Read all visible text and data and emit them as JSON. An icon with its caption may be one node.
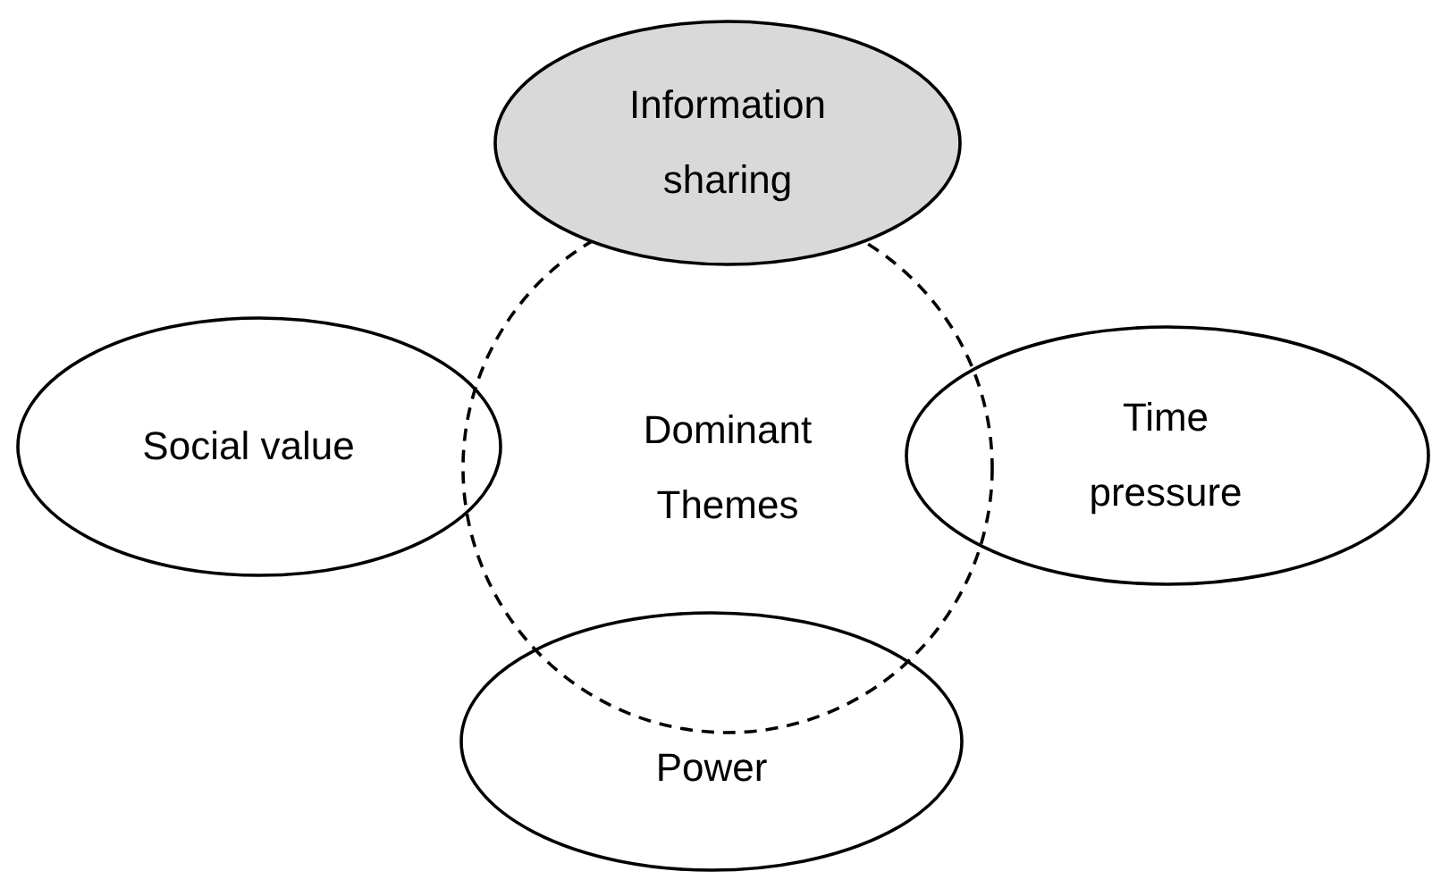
{
  "diagram": {
    "nodes": [
      {
        "text": [
          "Information sharing"
        ]
      },
      {
        "text": [
          "Social value"
        ]
      },
      {
        "text": [
          "Dominant Themes"
        ]
      },
      {
        "text": [
          "Time pressure"
        ]
      },
      {
        "text": [
          "Power"
        ]
      }
    ]
  }
}
